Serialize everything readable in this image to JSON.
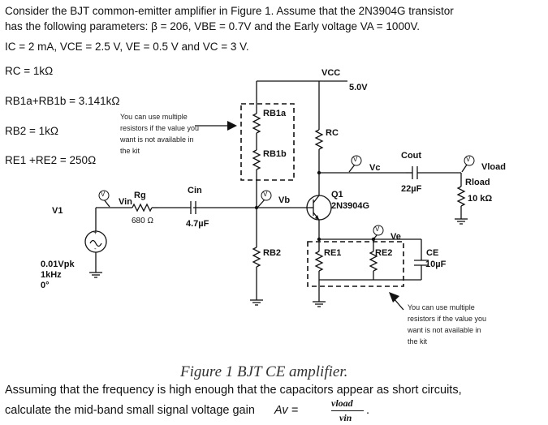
{
  "problem": {
    "line1": "Consider the BJT common-emitter amplifier in Figure 1. Assume that the 2N3904G transistor",
    "line2": "has the following parameters: β = 206, VBE = 0.7V and the Early voltage VA = 1000V.",
    "line3": "IC = 2 mA, VCE = 2.5 V, VE = 0.5 V and VC = 3 V.",
    "rc": "RC = 1kΩ",
    "rb1": "RB1a+RB1b = 3.141kΩ",
    "rb2": "RB2 = 1kΩ",
    "re": "RE1 +RE2 = 250Ω"
  },
  "notes": {
    "top": "You can use multiple resistors if the value you want is not available in the kit",
    "bottom": "You can use multiple resistors if the value you want is not available in the kit"
  },
  "circuit": {
    "vcc": "VCC",
    "vcc_value": "5.0V",
    "rb1a": "RB1a",
    "rb1b": "RB1b",
    "rb2": "RB2",
    "rc": "RC",
    "re1": "RE1",
    "re2": "RE2",
    "rg": "Rg",
    "rg_value": "680 Ω",
    "cin": "Cin",
    "cin_value": "4.7µF",
    "cout": "Cout",
    "cout_value": "22µF",
    "ce": "CE",
    "ce_value": "10µF",
    "rload": "Rload",
    "rload_value": "10 kΩ",
    "q1": "Q1",
    "q1_part": "2N3904G",
    "v1": "V1",
    "v1_amp": "0.01Vpk",
    "v1_freq": "1kHz",
    "v1_phase": "0°",
    "vin": "Vin",
    "vb": "Vb",
    "vc": "Vc",
    "ve": "Ve",
    "vload": "Vload",
    "probe_mark": "V",
    "src_plus": "+",
    "src_minus": "-"
  },
  "caption": "Figure 1  BJT CE amplifier.",
  "question": {
    "line1": "Assuming that the frequency is high enough that the capacitors appear as short circuits,",
    "line2": "calculate the mid-band small signal voltage gain",
    "av": "Av =",
    "num": "vload",
    "den": "vin",
    "period": "."
  }
}
